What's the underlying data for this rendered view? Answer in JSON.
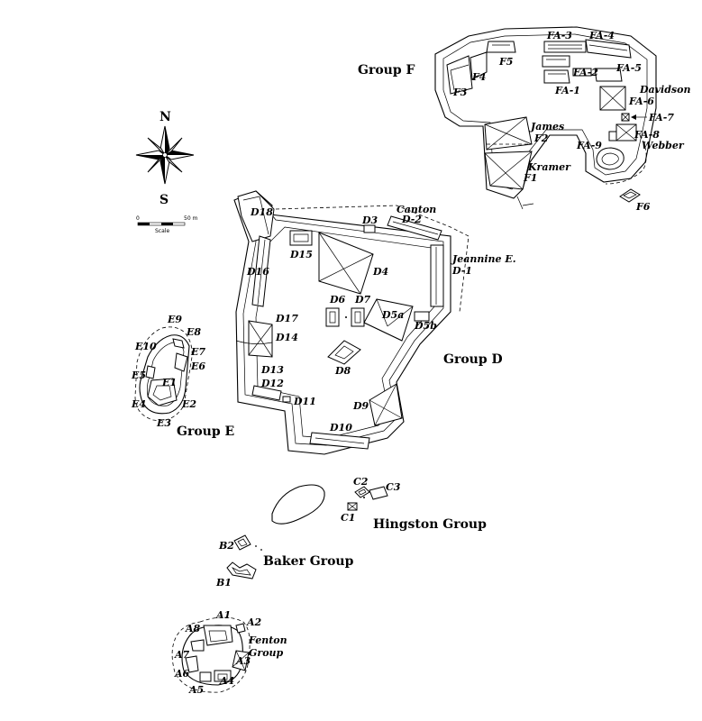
{
  "compass": {
    "north": "N",
    "south": "S"
  },
  "scale": {
    "start": "0",
    "end": "50 m",
    "caption": "Scale"
  },
  "groups": {
    "group_f": "Group F",
    "group_d": "Group D",
    "group_e": "Group E",
    "hingston": "Hingston Group",
    "baker": "Baker Group",
    "fenton": "Fenton Group"
  },
  "structures": {
    "fa3": "FA-3",
    "fa4": "FA-4",
    "fa5": "FA-5",
    "fa2": "FA-2",
    "fa1": "FA-1",
    "davidson": "Davidson",
    "fa6": "FA-6",
    "fa7": "FA-7",
    "fa8": "FA-8",
    "webber": "Webber",
    "fa9": "FA-9",
    "f5": "F5",
    "f4": "F4",
    "f3": "F3",
    "james": "James",
    "f2": "F2",
    "kramer": "Kramer",
    "f1": "F1",
    "f6": "F6",
    "d18": "D18",
    "canton": "Canton",
    "d2": "D-2",
    "d3": "D3",
    "d15": "D15",
    "d4": "D4",
    "jeannine": "Jeannine E.",
    "d1": "D-1",
    "d16": "D16",
    "d6": "D6",
    "d7": "D7",
    "d5a": "D5a",
    "d5b": "D5b",
    "d17": "D17",
    "d14": "D14",
    "d8": "D8",
    "d13": "D13",
    "d12": "D12",
    "d11": "D11",
    "d9": "D9",
    "d10": "D10",
    "e9": "E9",
    "e8": "E8",
    "e10": "E10",
    "e7": "E7",
    "e6": "E6",
    "e5": "E5",
    "e1": "E1",
    "e4": "E4",
    "e2": "E2",
    "e3": "E3",
    "c2": "C2",
    "c3": "C3",
    "c1": "C1",
    "b2": "B2",
    "b1": "B1",
    "a1": "A1",
    "a2": "A2",
    "a8": "A8",
    "a7": "A7",
    "a3": "A3",
    "a6": "A6",
    "a4": "A4",
    "a5": "A5"
  }
}
